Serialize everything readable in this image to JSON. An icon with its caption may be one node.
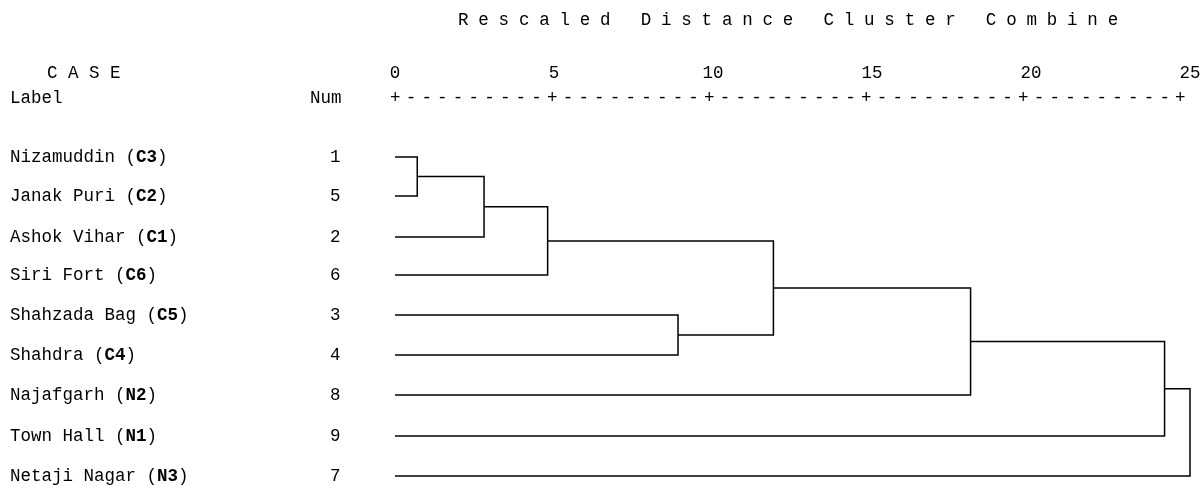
{
  "diagram": {
    "labels": [
      "Rescaled Distance Cluster Combine",
      "C A S E",
      "0",
      "5",
      "10",
      "15",
      "20",
      "25",
      "Label",
      "Num",
      "+---------+---------+---------+---------+---------+",
      "Nizamuddin (**C3**)",
      "1",
      "Janak Puri (**C2**)",
      "5",
      "Ashok Vihar (**C1**)",
      "2",
      "Siri Fort (**C6**)",
      "6",
      "Shahzada Bag (**C5**)",
      "3",
      "Shahdra (**C4**)",
      "4",
      "Najafgarh (**N2**)",
      "8",
      "Town Hall (**N1**)",
      "9",
      "Netaji Nagar (**N3**)",
      "7"
    ]
  }
}
